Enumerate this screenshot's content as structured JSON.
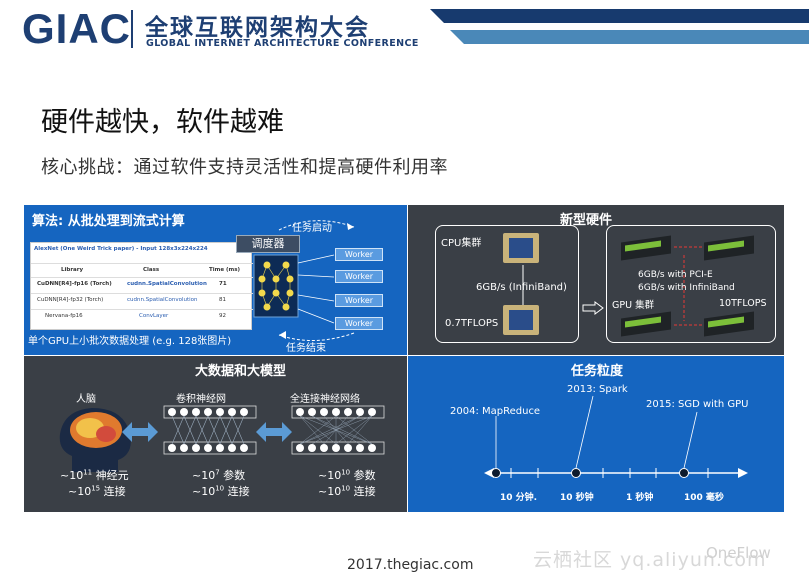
{
  "header": {
    "logo": "GIAC",
    "conference_cn": "全球互联网架构大会",
    "conference_en": "GLOBAL INTERNET ARCHITECTURE CONFERENCE"
  },
  "slide": {
    "title": "硬件越快，软件越难",
    "subtitle": "核心挑战：通过软件支持灵活性和提高硬件利用率"
  },
  "algorithm": {
    "title": "算法: 从批处理到流式计算",
    "table_title": "AlexNet (One Weird Trick paper) - Input 128x3x224x224",
    "columns": [
      "Library",
      "Class",
      "Time (ms)"
    ],
    "rows": [
      [
        "CuDNN[R4]-fp16 (Torch)",
        "cudnn.SpatialConvolution",
        "71"
      ],
      [
        "CuDNN[R4]-fp32 (Torch)",
        "cudnn.SpatialConvolution",
        "81"
      ],
      [
        "Nervana-fp16",
        "ConvLayer",
        "92"
      ]
    ],
    "task_start": "任务启动",
    "scheduler": "调度器",
    "workers": [
      "Worker",
      "Worker",
      "Worker",
      "Worker"
    ],
    "task_end": "任务结束",
    "caption": "单个GPU上小批次数据处理 (e.g. 128张图片)"
  },
  "hardware": {
    "title": "新型硬件",
    "cpu_cluster": "CPU集群",
    "infiniband": "6GB/s (InfiniBand)",
    "cpu_flops": "0.7TFLOPS",
    "pcie": "6GB/s with PCI-E",
    "infiniband2": "6GB/s with InfiniBand",
    "gpu_cluster": "GPU 集群",
    "gpu_flops": "10TFLOPS"
  },
  "bigdata": {
    "title": "大数据和大模型",
    "brain": "人脑",
    "cnn": "卷积神经网",
    "fcn": "全连接神经网络",
    "neurons_base": "~10",
    "neurons_exp": "11",
    "neurons_label": " 神经元",
    "brain_conn_base": "~10",
    "brain_conn_exp": "15",
    "brain_conn_label": " 连接",
    "cnn_params_base": "~10",
    "cnn_params_exp": "7",
    "cnn_params_label": " 参数",
    "cnn_conn_base": "~10",
    "cnn_conn_exp": "10",
    "cnn_conn_label": " 连接",
    "fcn_params_base": "~10",
    "fcn_params_exp": "10",
    "fcn_params_label": " 参数",
    "fcn_conn_base": "~10",
    "fcn_conn_exp": "10",
    "fcn_conn_label": " 连接"
  },
  "granularity": {
    "title": "任务粒度",
    "events": [
      "2004: MapReduce",
      "2013: Spark",
      "2015: SGD with GPU"
    ],
    "ticks": [
      "10 分钟.",
      "10 秒钟",
      "1 秒钟",
      "100 毫秒"
    ]
  },
  "footer": {
    "url": "2017.thegiac.com",
    "watermark": "云栖社区 yq.aliyun.com",
    "watermark2": "OneFlow"
  },
  "colors": {
    "brand": "#1e3f73",
    "panel_blue": "#1565c0",
    "panel_dark": "#3a3f46"
  }
}
